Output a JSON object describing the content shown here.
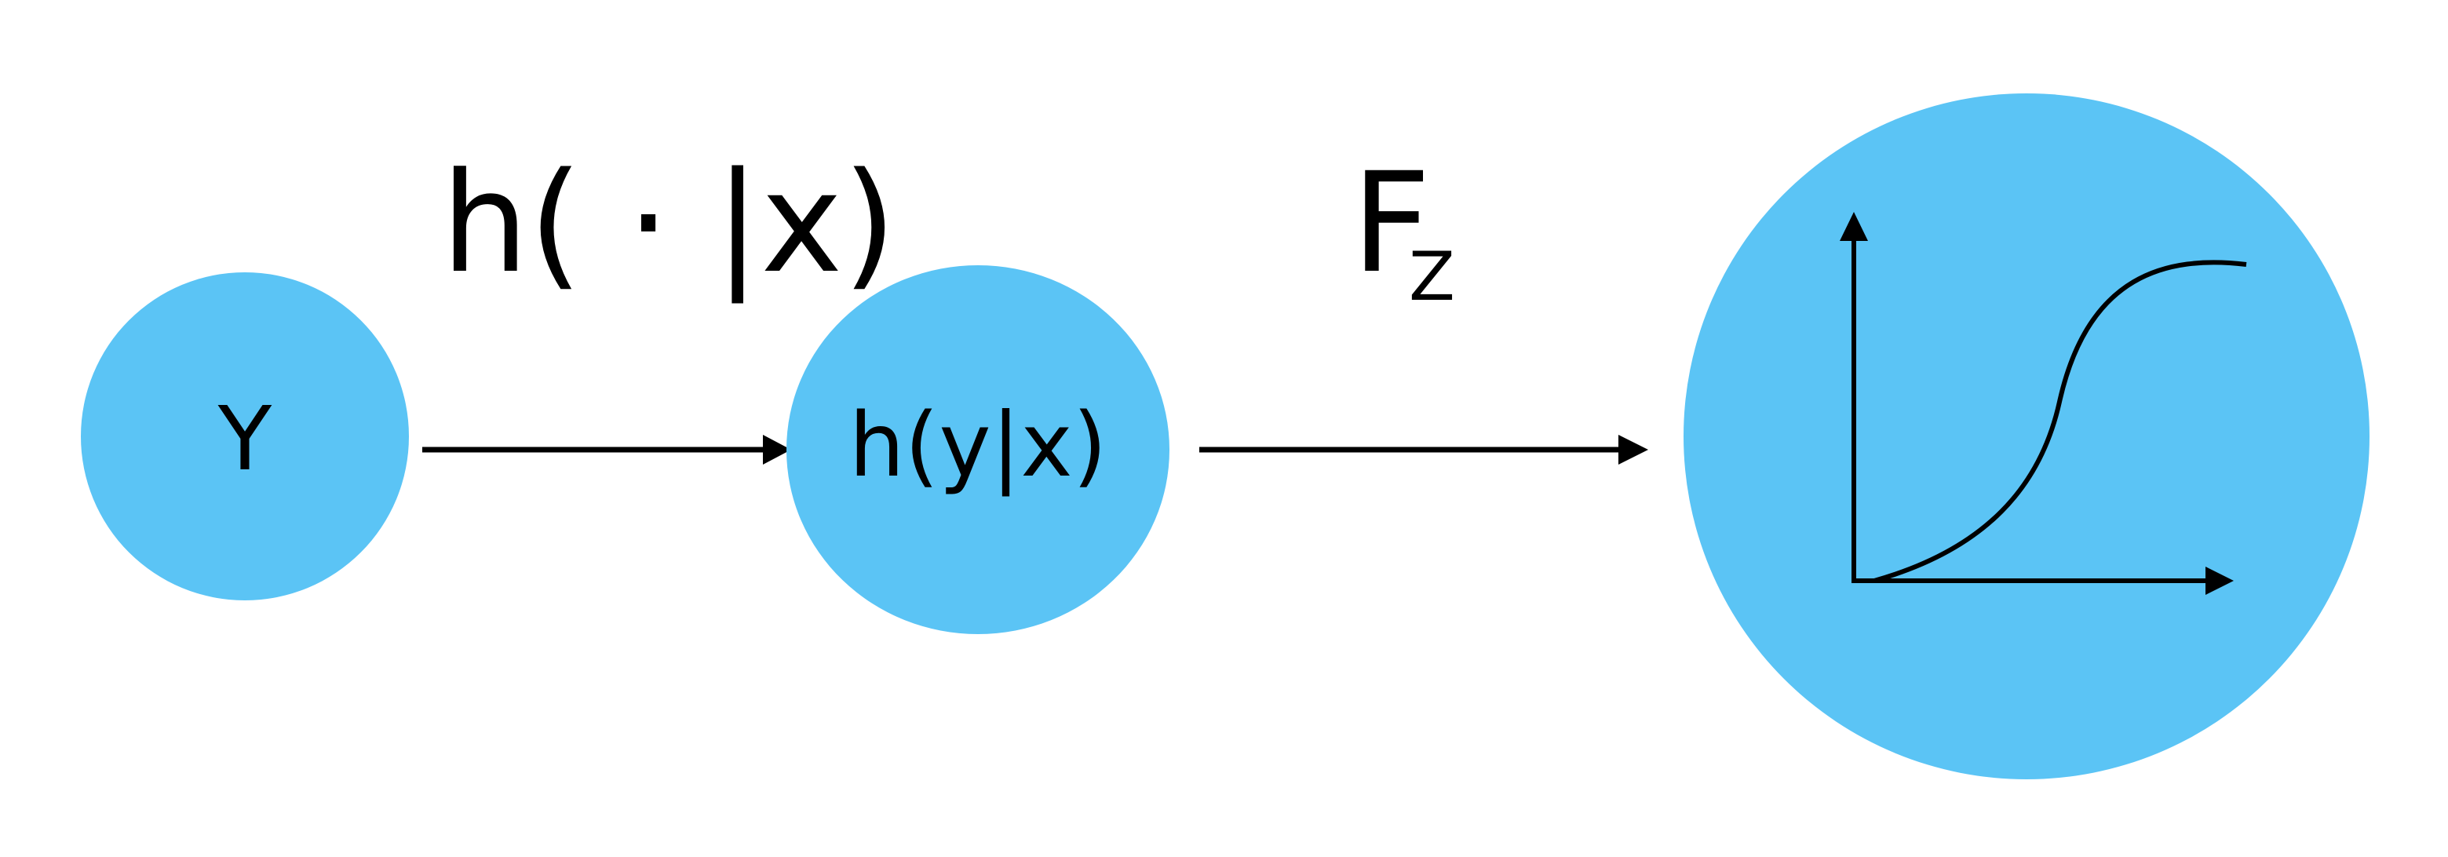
{
  "colors": {
    "node_fill": "#5bc4f5",
    "stroke": "#000000",
    "background": "#ffffff"
  },
  "nodes": {
    "y": {
      "label": "Y"
    },
    "h": {
      "label": "h(y|x)"
    },
    "cdf": {
      "icon": "cdf-curve-icon"
    }
  },
  "edges": {
    "first": {
      "label": "h( · |x)"
    },
    "second": {
      "label": "F",
      "subscript": "Z"
    }
  }
}
